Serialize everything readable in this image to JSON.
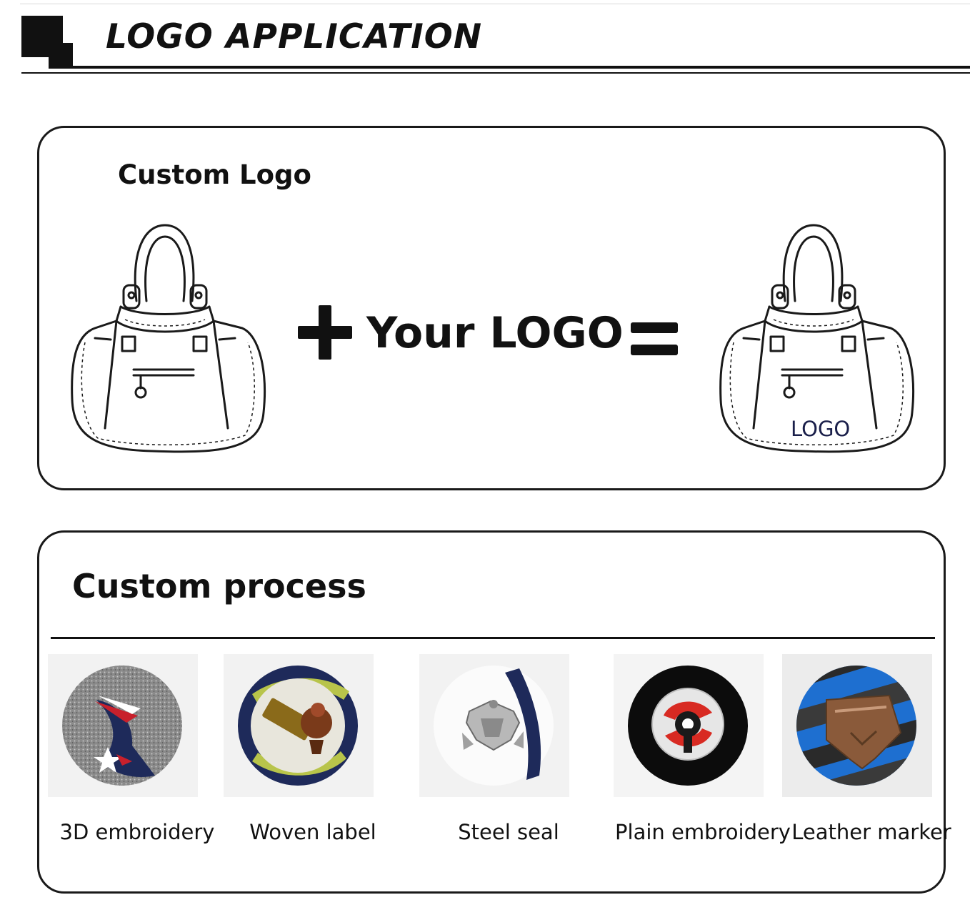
{
  "header": {
    "title": "LOGO APPLICATION"
  },
  "logo_panel": {
    "title": "Custom Logo",
    "formula_text": "Your LOGO",
    "result_bag_logo": "LOGO"
  },
  "process_panel": {
    "title": "Custom process",
    "items": [
      {
        "label": "3D embroidery",
        "icon": "3d-embroidery-patch"
      },
      {
        "label": "Woven label",
        "icon": "woven-label-patch"
      },
      {
        "label": "Steel seal",
        "icon": "steel-seal-badge"
      },
      {
        "label": "Plain embroidery",
        "icon": "plain-embroidery-patch"
      },
      {
        "label": "Leather marker",
        "icon": "leather-marker-patch"
      }
    ]
  },
  "colors": {
    "ink": "#111111",
    "logo_text": "#1a1f4a",
    "navy": "#1e2a5a",
    "red": "#c8202c",
    "blue": "#1e6fd0",
    "heather": "#8a8a8a",
    "leather": "#8a5a3a",
    "olive": "#b8c44a"
  }
}
